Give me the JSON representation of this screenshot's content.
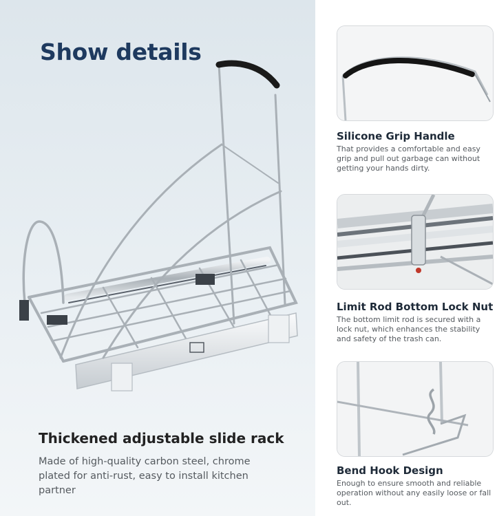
{
  "main": {
    "heading": "Show details",
    "title": "Thickened adjustable slide rack",
    "description": "Made of high-quality carbon steel, chrome plated for anti-rust, easy to install kitchen partner"
  },
  "features": [
    {
      "title": "Silicone Grip Handle",
      "description": "That provides a comfortable and easy grip and pull out garbage can without getting your hands dirty."
    },
    {
      "title": "Limit Rod Bottom Lock Nut",
      "description": "The bottom limit rod is secured with a lock nut, which enhances the stability and safety of the trash can."
    },
    {
      "title": "Bend Hook Design",
      "description": "Enough to ensure smooth and reliable operation without any easily loose or fall out."
    }
  ],
  "colors": {
    "heading": "#1e3a5f",
    "title": "#222222",
    "body_text": "#555a5f",
    "chrome": "#a9b0b6",
    "handle_grip": "#1a1a1a"
  }
}
